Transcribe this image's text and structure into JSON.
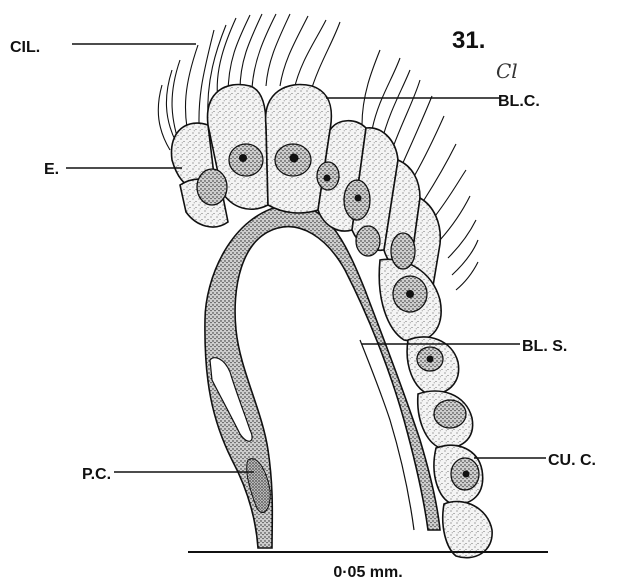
{
  "figure_number": "31.",
  "labels": {
    "cil": "CIL.",
    "bl_c": "BL.C.",
    "handwritten_note": "Cl",
    "e": "E.",
    "bl_s": "BL. S.",
    "cu_c": "CU. C.",
    "p_c": "P.C."
  },
  "scale_bar": {
    "label": "0·05 mm."
  },
  "colors": {
    "ink": "#111111",
    "paper": "#ffffff"
  }
}
